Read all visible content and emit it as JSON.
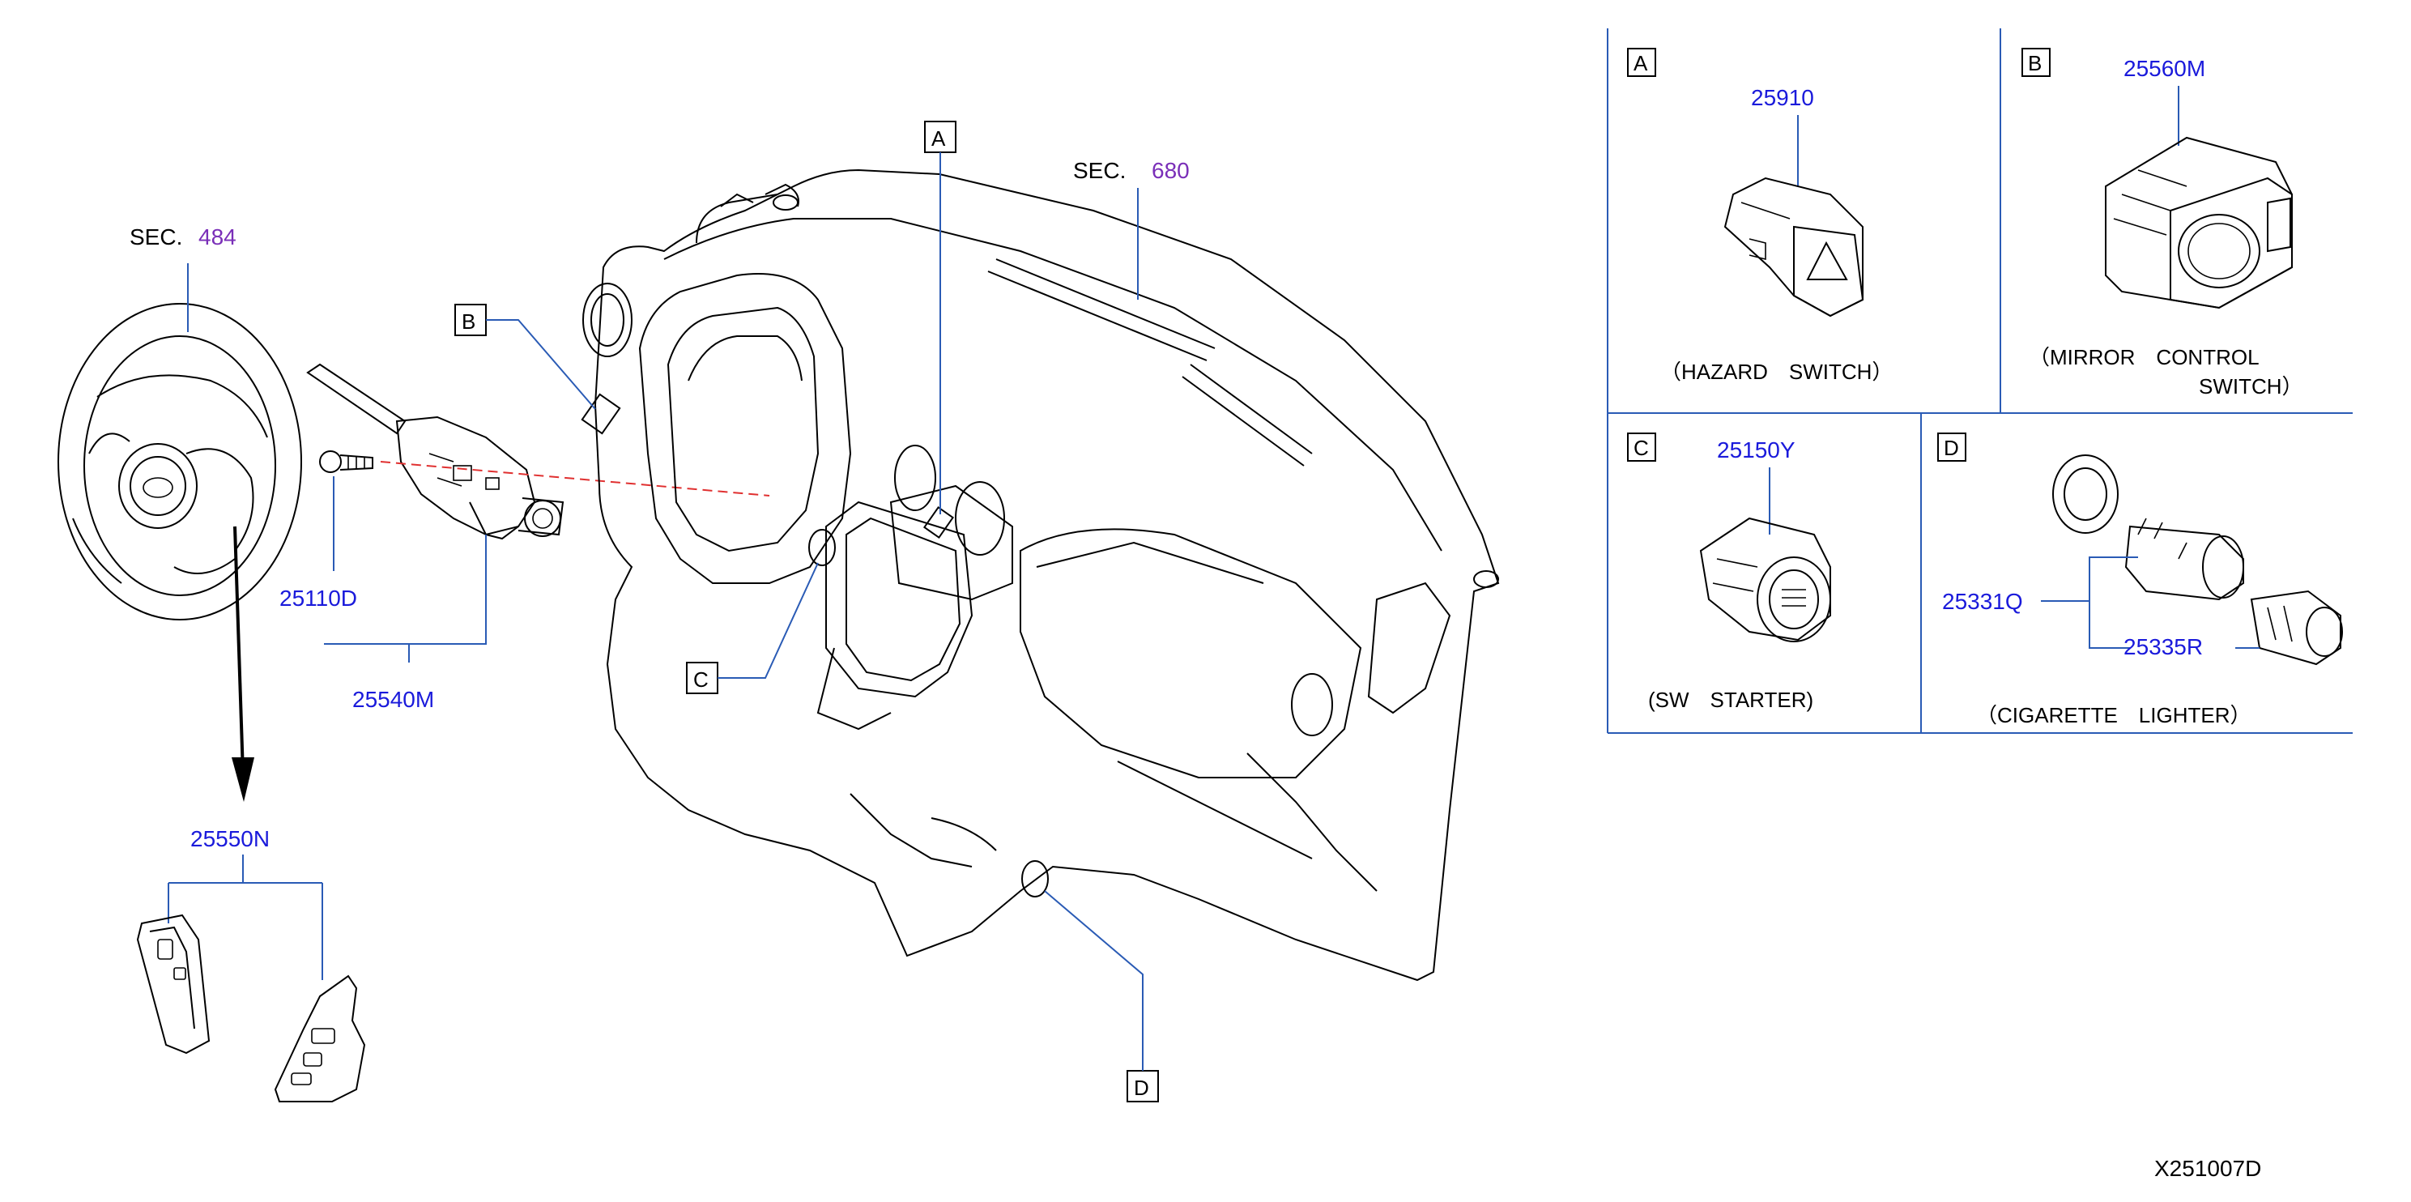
{
  "sections": [
    {
      "prefix": "SEC.",
      "number": "484"
    },
    {
      "prefix": "SEC.",
      "number": "680"
    }
  ],
  "callouts": [
    "A",
    "B",
    "C",
    "D"
  ],
  "main_parts": {
    "p25110D": "25110D",
    "p25540M": "25540M",
    "p25550N": "25550N"
  },
  "detail_panels": {
    "a": {
      "letter": "A",
      "part": "25910",
      "caption": "（HAZARD　SWITCH）"
    },
    "b": {
      "letter": "B",
      "part": "25560M",
      "caption_line1": "（MIRROR　CONTROL",
      "caption_line2": "SWITCH）"
    },
    "c": {
      "letter": "C",
      "part": "25150Y",
      "caption": "(SW　STARTER)"
    },
    "d": {
      "letter": "D",
      "part1": "25331Q",
      "part2": "25335R",
      "caption": "（CIGARETTE　LIGHTER）"
    }
  },
  "diagram_code": "X251007D",
  "colors": {
    "part_number": "#1a1adb",
    "section_number": "#7a2fb8",
    "leader": "#2a5bb5",
    "dashed": "#e03030"
  }
}
